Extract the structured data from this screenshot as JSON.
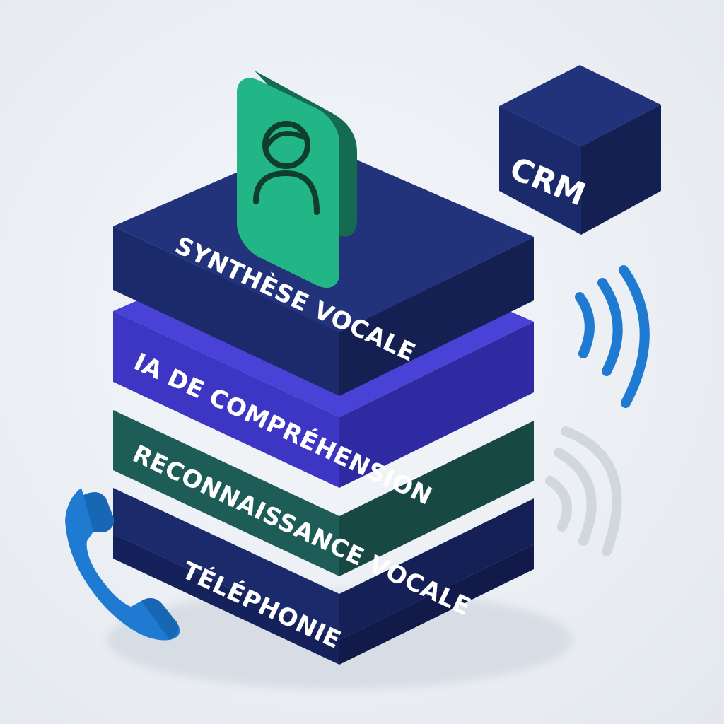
{
  "layers": [
    {
      "label": "TÉLÉPHONIE",
      "color": "#1b2a6b"
    },
    {
      "label": "RECONNAISSANCE VOCALE",
      "color": "#1e5c57"
    },
    {
      "label": "IA DE COMPRÉHENSION",
      "color": "#3d35c4"
    },
    {
      "label": "SYNTHÈSE VOCALE",
      "color": "#1b2a6b"
    }
  ],
  "crm": {
    "label": "CRM",
    "color": "#1b2a6b"
  },
  "icons": {
    "avatar": "user-avatar-icon",
    "phone": "phone-handset-icon",
    "signal": "signal-waves-icon",
    "signal_shadow": "signal-waves-shadow-icon"
  },
  "colors": {
    "navy": "#1b2a6b",
    "teal": "#1e5c57",
    "violet": "#3d35c4",
    "green": "#22a57a",
    "blue": "#1f7ad1"
  }
}
